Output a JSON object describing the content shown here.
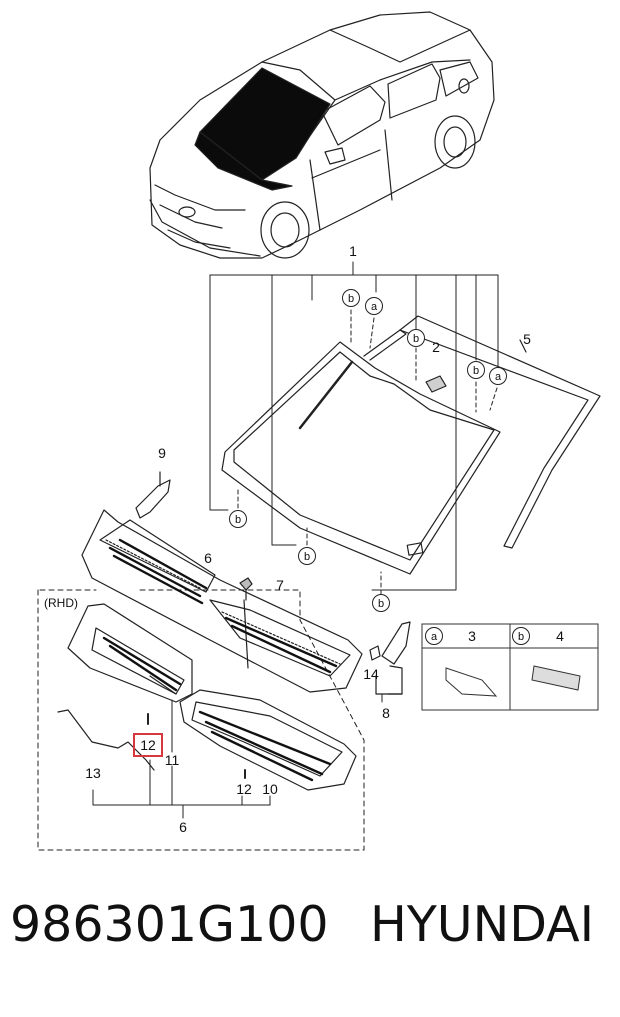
{
  "callouts": {
    "c1": "1",
    "c2": "2",
    "c3": "3",
    "c4": "4",
    "c5": "5",
    "c6_top": "6",
    "c6_bottom": "6",
    "c7": "7",
    "c8": "8",
    "c9": "9",
    "c10": "10",
    "c11": "11",
    "c12_highlight": "12",
    "c12": "12",
    "c13": "13",
    "c14": "14"
  },
  "markers": {
    "a": "a",
    "b": "b"
  },
  "rhd_label": "(RHD)",
  "highlight_color": "#d8383d",
  "footer": {
    "part_number": "986301G100",
    "brand": "HYUNDAI"
  }
}
